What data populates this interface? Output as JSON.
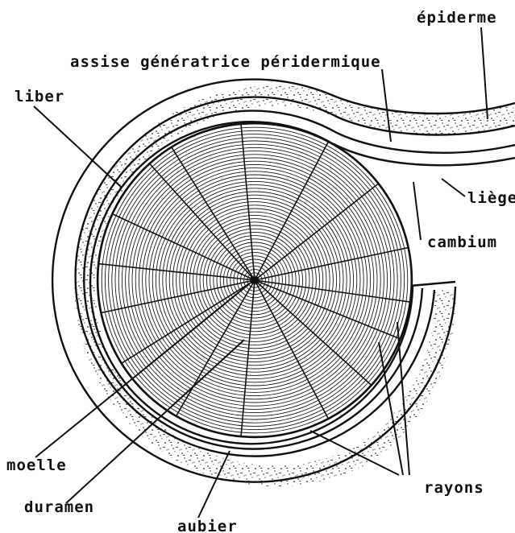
{
  "labels": {
    "epiderme": "épiderme",
    "assise": "assise génératrice péridermique",
    "liber": "liber",
    "liege": "liège",
    "cambium": "cambium",
    "moelle": "moelle",
    "duramen": "duramen",
    "aubier": "aubier",
    "rayons": "rayons"
  },
  "colors": {
    "ink": "#111111",
    "paper": "#ffffff",
    "wood": "#ffffff",
    "bark_fill": "#ffffff"
  }
}
